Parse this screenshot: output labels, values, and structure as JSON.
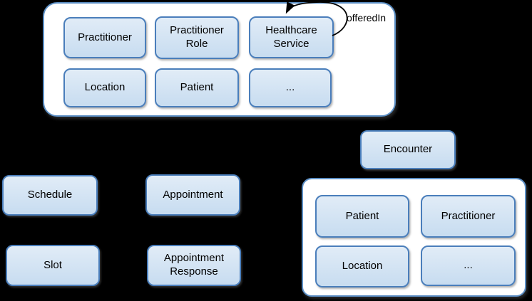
{
  "colors": {
    "background": "#000000",
    "node_fill": "#cbdff2",
    "node_border": "#4a7ebb",
    "container_fill": "#ffffff",
    "container_border": "#5b8ec4",
    "text": "#000000",
    "arrow": "#000000"
  },
  "top_container": {
    "boxes": [
      {
        "label": "Practitioner"
      },
      {
        "label": "Practitioner Role"
      },
      {
        "label": "Healthcare Service"
      },
      {
        "label": "Location"
      },
      {
        "label": "Patient"
      },
      {
        "label": "..."
      }
    ],
    "self_loop": {
      "label": "offeredIn",
      "target": "Healthcare Service"
    }
  },
  "standalone_boxes": [
    {
      "label": "Encounter"
    },
    {
      "label": "Schedule"
    },
    {
      "label": "Appointment"
    },
    {
      "label": "Slot"
    },
    {
      "label": "Appointment Response"
    }
  ],
  "bottom_right_container": {
    "boxes": [
      {
        "label": "Patient"
      },
      {
        "label": "Practitioner"
      },
      {
        "label": "Location"
      },
      {
        "label": "..."
      }
    ]
  }
}
